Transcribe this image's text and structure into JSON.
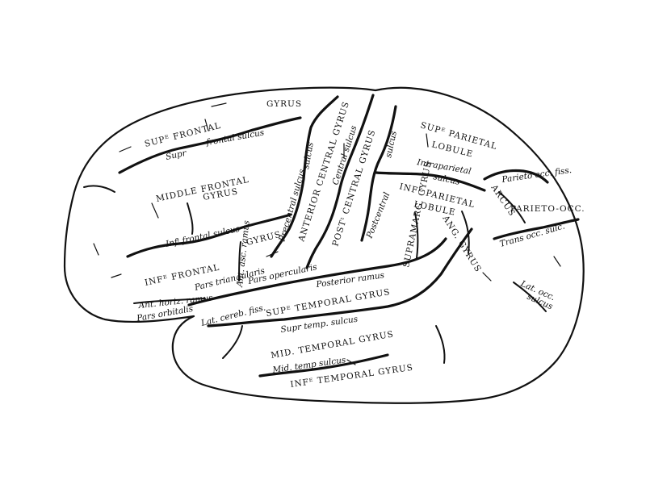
{
  "labels": {
    "sup_frontal": "SUPᴱ FRONTAL",
    "gyrus_top": "GYRUS",
    "supr": "Supr",
    "frontal_sulcus": "frontal sulcus",
    "middle_frontal": "MIDDLE FRONTAL",
    "middle_gyrus": "GYRUS",
    "inf_frontal_sulcus": "Infᵗ frontal sulcus",
    "precentral_sulcus": "Precentral sulcus",
    "sulcus_a": "sulcus",
    "anterior_central_gyrus": "ANTERIOR CENTRAL GYRUS",
    "central_sulcus": "Central sulcus",
    "post_central_gyrus": "POSTᵗ CENTRAL GYRUS",
    "sulcus_b": "sulcus",
    "postcentral": "Postcentral",
    "sup_parietal": "SUPᴱ PARIETAL",
    "lobule_top": "LOBULE",
    "intraparietal": "Intraparietal",
    "intraparietal_sulcus": "sulcus",
    "inf_parietal": "INFᴱ PARIETAL",
    "lobule_mid": "LOBULE",
    "supramarg_gyrus": "SUPRAMARG. GYRUS",
    "ang_gyrus": "ANG. GYRUS",
    "parieto_occ_fiss": "Parieto occ. fiss.",
    "arcus": "ARCUS",
    "parieto_occ": "PARIETO-OCC.",
    "trans_occ_sulc": "Trans occ. sulc.",
    "lat_occ": "Lat. occ.",
    "lat_occ_sulcus": "sulcus",
    "inf_frontal_gyrus": "INFᴱ FRONTAL",
    "gyrus_ifg": "GYRUS",
    "ant_asc_ramus": "Ant. asc. ramus",
    "pars_triangularis": "Pars triangularis",
    "pars_opercularis": "Pars opercularis",
    "ant_horiz_ramus": "Ant. horiz. ramus",
    "pars_orbitalis": "Pars orbitalis",
    "lat_cereb_fiss": "Lat. cereb. fiss.",
    "posterior_ramus": "Posterior ramus",
    "sup_temporal_gyrus": "SUPᴱ TEMPORAL GYRUS",
    "supr_temp_sulcus": "Supr temp. sulcus",
    "mid_temporal_gyrus": "MID. TEMPORAL GYRUS",
    "mid_temp_sulcus": "Mid. temp sulcus",
    "inf_temporal_gyrus": "INFᴱ TEMPORAL GYRUS"
  }
}
